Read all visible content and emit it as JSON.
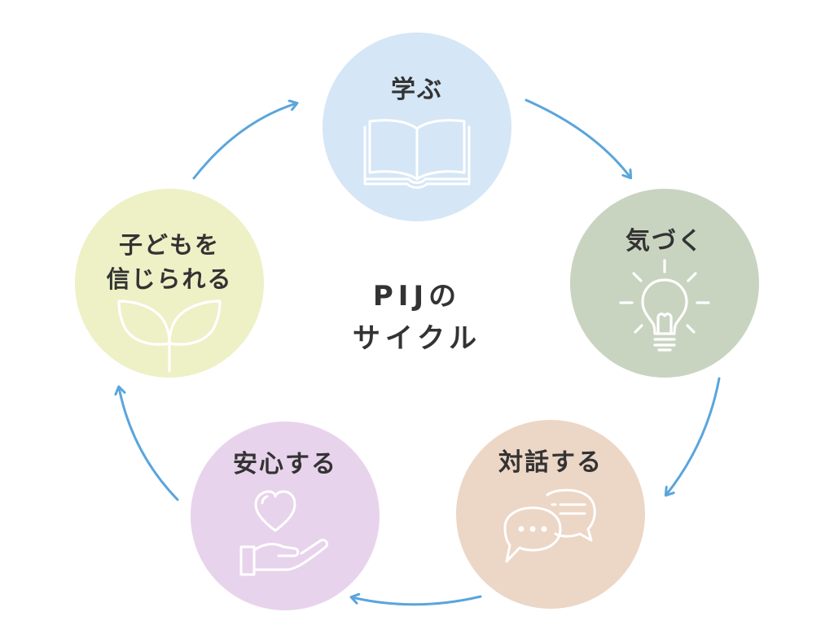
{
  "diagram": {
    "center_title": "PIJの\nサイクル",
    "nodes": [
      {
        "id": "learn",
        "label": "学ぶ",
        "icon": "book-icon",
        "color": "#d5e6f6"
      },
      {
        "id": "notice",
        "label": "気づく",
        "icon": "lightbulb-icon",
        "color": "#c9d4c0"
      },
      {
        "id": "dialog",
        "label": "対話する",
        "icon": "chat-icon",
        "color": "#ecd6c6"
      },
      {
        "id": "safe",
        "label": "安心する",
        "icon": "heart-hand-icon",
        "color": "#e8d3ec"
      },
      {
        "id": "believe",
        "label": "子どもを\n信じられる",
        "icon": "sprout-icon",
        "color": "#eef0c6"
      }
    ],
    "arrow_color": "#5aa5dc",
    "cycle_order": [
      "learn",
      "notice",
      "dialog",
      "safe",
      "believe"
    ]
  }
}
